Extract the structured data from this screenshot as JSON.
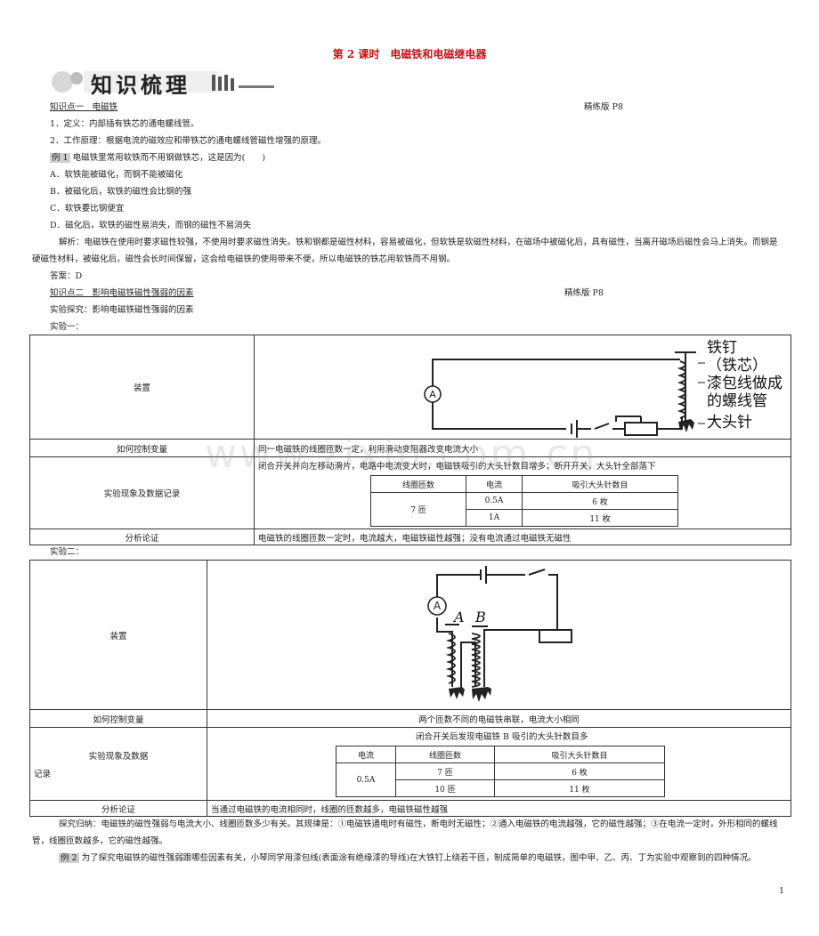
{
  "title": "第 2 课时　电磁铁和电磁继电器",
  "banner": "知识梳理",
  "kp1": {
    "heading": "知识点一　电磁铁",
    "ref": "精练版 P8"
  },
  "lines": [
    "1．定义：内部插有铁芯的通电螺线管。",
    "2．工作原理：根据电流的磁效应和带铁芯的通电螺线管磁性增强的原理。"
  ],
  "example1": {
    "tag": "例 1",
    "question": "电磁铁里常用软铁而不用钢做铁芯，这是因为(　　)",
    "options": [
      "A．软铁能被磁化，而钢不能被磁化",
      "B．被磁化后，软铁的磁性会比钢的强",
      "C．软铁要比钢便宜",
      "D．磁化后，软铁的磁性易消失，而钢的磁性不易消失"
    ],
    "analysis1": "解析：电磁铁在使用时要求磁性较强，不使用时要求磁性消失。铁和钢都是磁性材料，容易被磁化，但软铁是软磁性材料，在磁场中被磁化后，具有磁性，当离开磁场后磁性会马上消失。而钢是",
    "analysis2": "硬磁性材料，被磁化后，磁性会长时间保留，这会给电磁铁的使用带来不便，所以电磁铁的铁芯用软铁而不用钢。",
    "answer": "答案：D"
  },
  "kp2": {
    "heading": "知识点二　影响电磁铁磁性强弱的因素",
    "ref": "精练版 P8",
    "explore": "实验探究：影响电磁铁磁性强弱的因素",
    "exp1": "实验一："
  },
  "table1": {
    "row_labels": [
      "装置",
      "如何控制变量",
      "实验现象及数据记录",
      "分析论证"
    ],
    "control": "同一电磁铁的线圈匝数一定，利用滑动变阻器改变电流大小",
    "phenomenon": "闭合开关并向左移动滑片，电路中电流变大时，电磁铁吸引的大头针数目增多；断开开关，大头针全部落下",
    "headers": [
      "线圈匝数",
      "电流",
      "吸引大头针数目"
    ],
    "turns": "7 匝",
    "rows": [
      [
        "0.5A",
        "6 枚"
      ],
      [
        "1A",
        "11 枚"
      ]
    ],
    "conclusion": "电磁铁的线圈匝数一定时，电流越大，电磁铁磁性越强；没有电流通过电磁铁无磁性",
    "diagram_labels": [
      "铁钉",
      "（铁芯）",
      "漆包线做成",
      "的螺线管",
      "大头针"
    ],
    "ammeter": "A"
  },
  "exp2": "实验二：",
  "table2": {
    "row_labels": [
      "装置",
      "如何控制变量",
      "实验现象及数据",
      "记录",
      "分析论证"
    ],
    "control": "两个匝数不同的电磁铁串联，电流大小相同",
    "phenomenon": "闭合开关后发现电磁铁 B 吸引的大头针数目多",
    "headers": [
      "电流",
      "线圈匝数",
      "吸引大头针数目"
    ],
    "current": "0.5A",
    "rows": [
      [
        "7 匝",
        "6 枚"
      ],
      [
        "10 匝",
        "11 枚"
      ]
    ],
    "conclusion": "当通过电磁铁的电流相同时，线圈的匝数越多，电磁铁磁性越强",
    "ammeter": "A",
    "label_a": "A",
    "label_b": "B"
  },
  "summary1": "探究归纳：电磁铁的磁性强弱与电流大小、线圈匝数多少有关。其规律是：①电磁铁通电时有磁性，断电时无磁性；②通入电磁铁的电流越强，它的磁性越强；③在电流一定时，外形相同的螺线",
  "summary2": "管，线圈匝数越多，它的磁性越强。",
  "example2": {
    "tag": "例 2",
    "text": "为了探究电磁铁的磁性强弱跟哪些因素有关，小琴同学用漆包线(表面涂有绝缘漆的导线)在大铁钉上绕若干匝，制成简单的电磁铁，图中甲、乙、丙、丁为实验中观察到的四种情况。"
  },
  "watermark": "www.zixin.com.cn",
  "page_number": "1"
}
